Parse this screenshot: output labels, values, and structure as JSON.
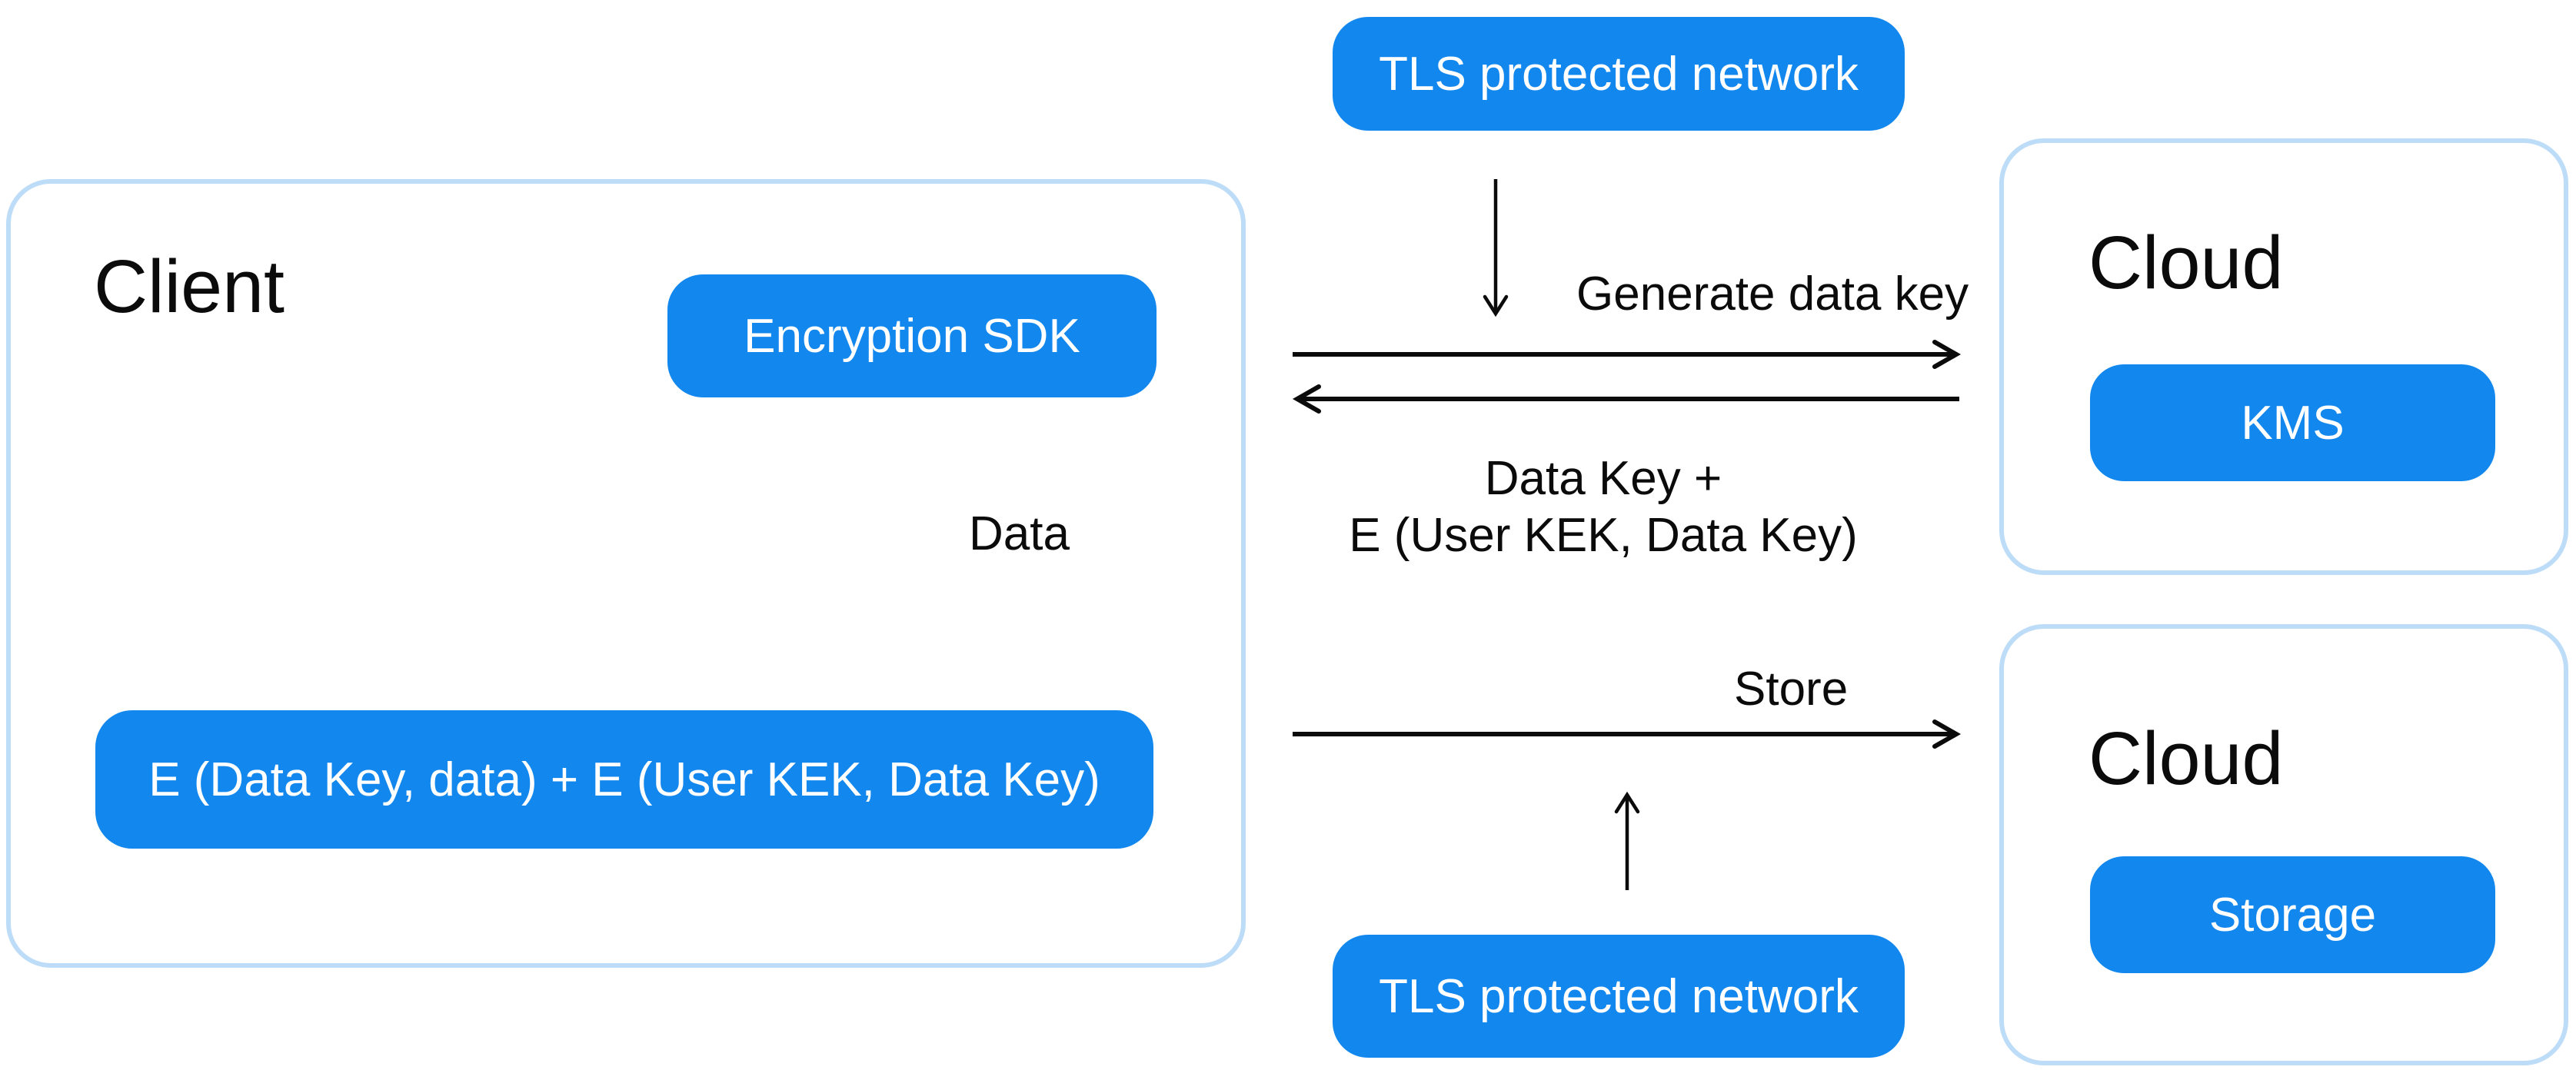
{
  "colors": {
    "pill_blue": "#1287ee",
    "container_border": "#bddcf8",
    "text_dark": "#0b0b0b",
    "text_light": "#ffffff",
    "arrow": "#0b0b0b",
    "background": "#ffffff"
  },
  "nodes": {
    "tls_network_top": {
      "label": "TLS protected network"
    },
    "tls_network_bottom": {
      "label": "TLS protected network"
    },
    "client": {
      "title": "Client",
      "encryption_sdk": "Encryption SDK",
      "encrypted_payload": "E (Data Key, data) + E (User KEK, Data Key)"
    },
    "cloud_kms": {
      "title": "Cloud",
      "service": "KMS"
    },
    "cloud_storage": {
      "title": "Cloud",
      "service": "Storage"
    }
  },
  "edges": {
    "generate_data_key": {
      "label": "Generate data key",
      "from": "Client",
      "to": "Cloud KMS",
      "direction": "right"
    },
    "return_key": {
      "label_line1": "Data Key +",
      "label_line2": "E (User KEK, Data Key)",
      "from": "Cloud KMS",
      "to": "Client",
      "direction": "left"
    },
    "data": {
      "label": "Data",
      "from": "Encryption SDK",
      "to": "Encrypted payload",
      "direction": "down"
    },
    "store": {
      "label": "Store",
      "from": "Client",
      "to": "Cloud Storage",
      "direction": "right"
    },
    "tls_top_link": {
      "label": "",
      "from": "TLS protected network",
      "to": "Client–KMS channel",
      "direction": "down"
    },
    "tls_bottom_link": {
      "label": "",
      "from": "TLS protected network",
      "to": "Client–Storage channel",
      "direction": "up"
    }
  }
}
